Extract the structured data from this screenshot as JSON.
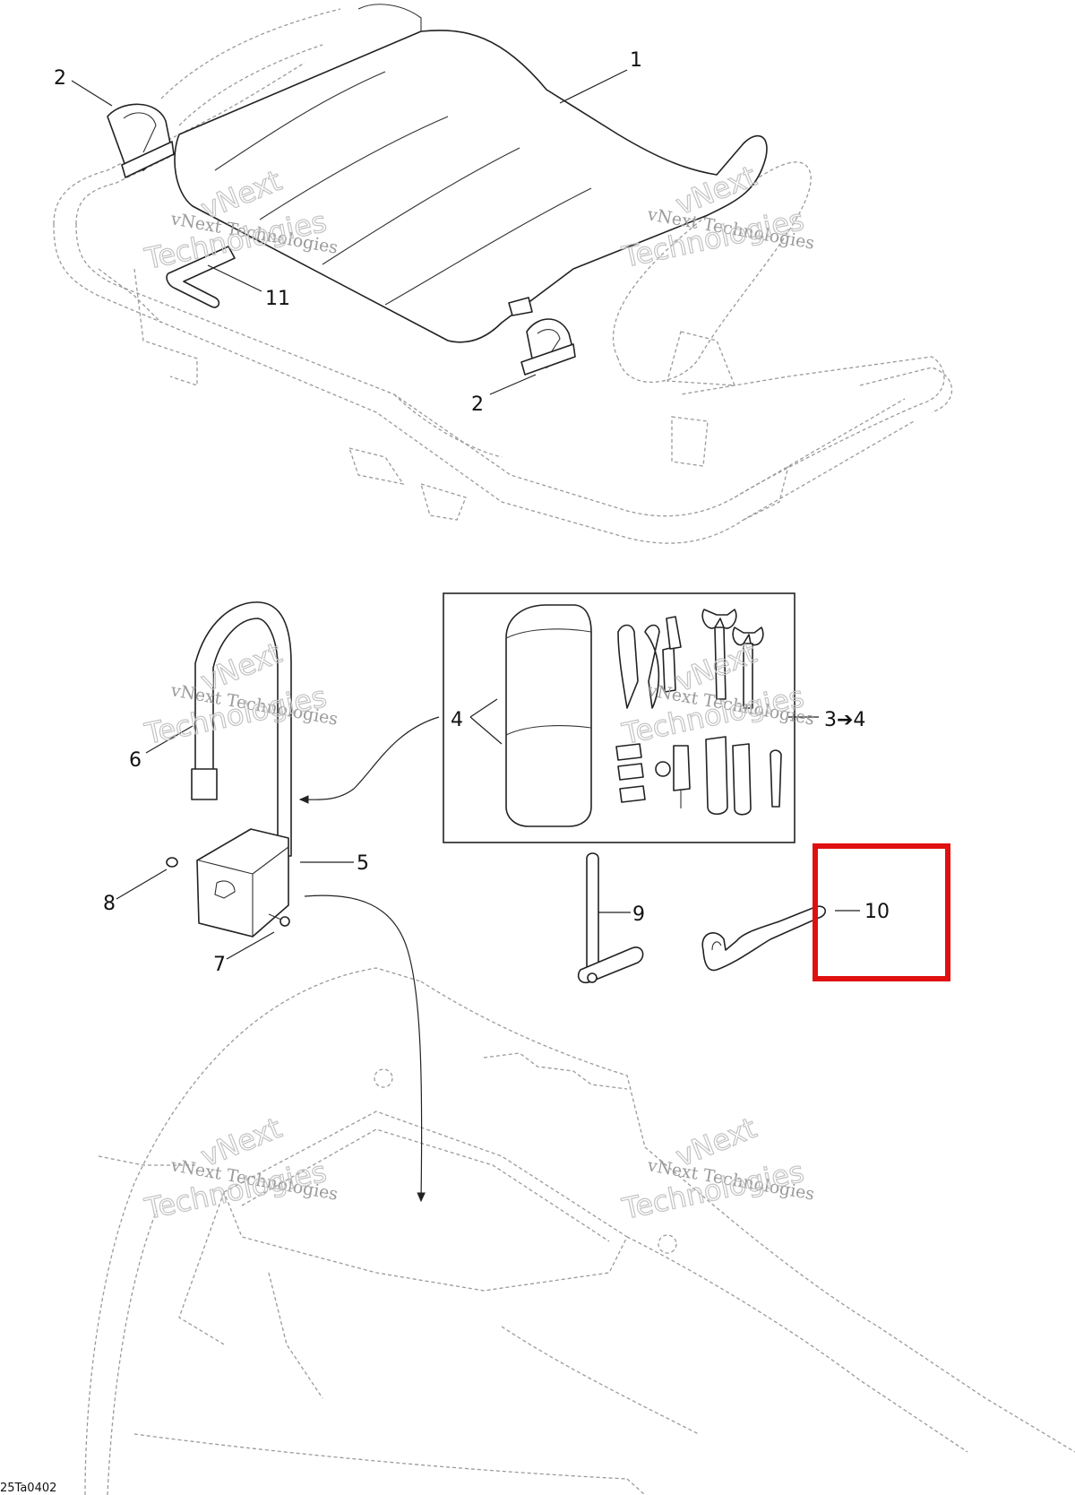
{
  "callouts": {
    "c1": "1",
    "c2a": "2",
    "c2b": "2",
    "c3to4": "3➔4",
    "c4": "4",
    "c5": "5",
    "c6": "6",
    "c7": "7",
    "c8": "8",
    "c9": "9",
    "c10": "10",
    "c11": "11"
  },
  "watermark": {
    "line1": "vNext Technologies",
    "big_top": "vNext",
    "big_bottom": "Technologies"
  },
  "drawing_code": "25Ta0402",
  "highlight": {
    "target_part": "10",
    "color": "#e01010"
  }
}
